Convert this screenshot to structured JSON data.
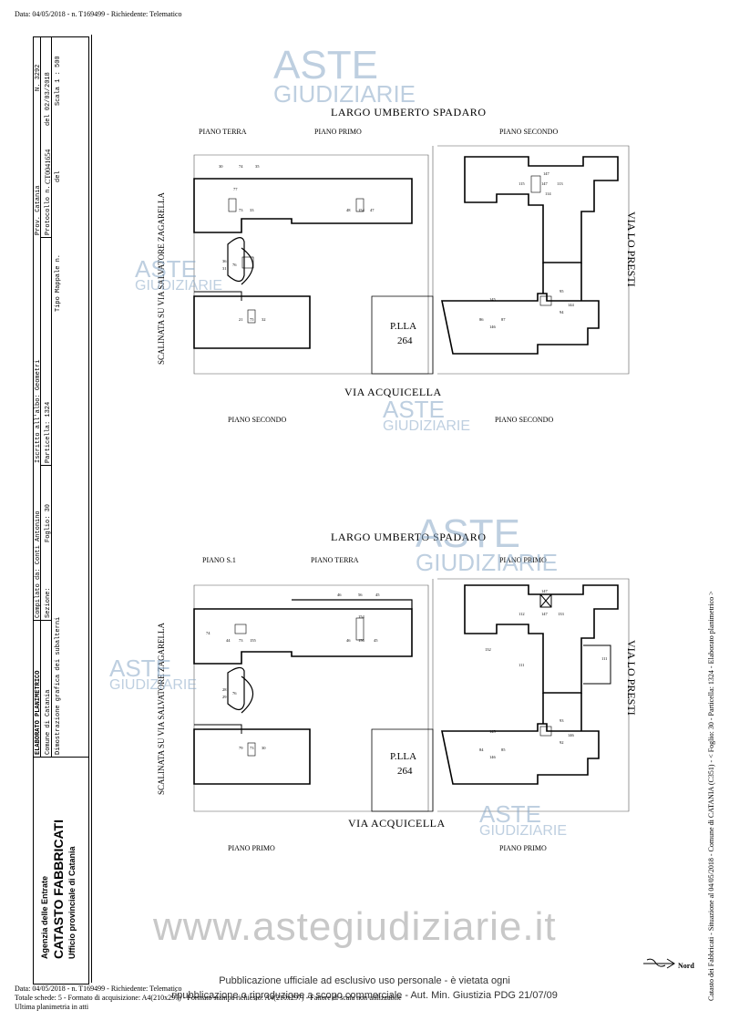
{
  "header": {
    "text": "Data: 04/05/2018 - n. T169499 - Richiedente: Telematico"
  },
  "left_panel": {
    "title_line": "ELABORATO PLANIMETRICO",
    "compilato": "Compilato da: Conti Antonino",
    "iscritto": "Iscritto all'albo: Geometri",
    "prov": "Prov. Catania",
    "n": "N. 3292",
    "comune": "Comune di Catania",
    "sezione": "Sezione:",
    "foglio": "Foglio: 30",
    "particella": "Particella: 1324",
    "protocollo": "Protocollo n.",
    "protocollo_val": "CT0041654",
    "del": "del 02/03/2018",
    "dimostrazione": "Dimostrazione grafica dei subalterni",
    "tipo_mappale": "Tipo Mappale n.",
    "del2": "del",
    "scala": "Scala 1 : 500",
    "agenzia": "Agenzia delle Entrate",
    "catasto": "CATASTO FABBRICATI",
    "ufficio": "Ufficio provinciale di  Catania"
  },
  "plan_top": {
    "largo": "LARGO  UMBERTO  SPADARO",
    "piano_terra": "PIANO TERRA",
    "piano_primo": "PIANO PRIMO",
    "piano_secondo": "PIANO SECONDO",
    "scalinata": "SCALINATA  SU  VIA  SALVATORE  ZAGARELLA",
    "via_lo_presti": "VIA LO PRESTI",
    "plla": "P.LLA",
    "plla_num": "264",
    "via_acquicella": "VIA ACQUICELLA",
    "piano_secondo_bl": "PIANO SECONDO",
    "piano_secondo_br": "PIANO SECONDO",
    "sub": [
      "30",
      "74",
      "35",
      "77",
      "73",
      "33",
      "48",
      "154",
      "47",
      "36",
      "76",
      "31",
      "21",
      "75",
      "32",
      "147",
      "115",
      "147",
      "113",
      "114",
      "145",
      "95",
      "86",
      "87",
      "144",
      "94",
      "146"
    ]
  },
  "plan_bottom": {
    "largo": "LARGO  UMBERTO  SPADARO",
    "piano_s1": "PIANO S.1",
    "piano_terra": "PIANO TERRA",
    "piano_primo": "PIANO PRIMO",
    "scalinata": "SCALINATA  SU  VIA  SALVATORE  ZAGARELLA",
    "via_lo_presti": "VIA LO PRESTI",
    "plla": "P.LLA",
    "plla_num": "264",
    "via_acquicella": "VIA ACQUICELLA",
    "piano_primo_bl": "PIANO PRIMO",
    "piano_primo_br": "PIANO PRIMO",
    "sub": [
      "46",
      "56",
      "45",
      "74",
      "44",
      "73",
      "155",
      "154",
      "46",
      "156",
      "45",
      "28",
      "76",
      "29",
      "79",
      "73",
      "30",
      "147",
      "112",
      "147",
      "133",
      "132",
      "111",
      "111",
      "145",
      "93",
      "84",
      "85",
      "146",
      "146",
      "92"
    ]
  },
  "right_side": {
    "text": "Catasto dei Fabbricati - Situazione al 04/05/2018 - Comune di CATANIA (C351) - < Foglio: 30 - Particella: 1324 - Elaborato planimetrico >"
  },
  "nord": "Nord",
  "watermarks": {
    "aste": "ASTE",
    "giudiziarie": "GIUDIZIARIE"
  },
  "site_url": "www.astegiudiziarie.it",
  "publication": {
    "line1": "Pubblicazione ufficiale ad esclusivo uso personale - è vietata ogni",
    "line2": "ripubblicazione o riproduzione a scopo commerciale - Aut. Min. Giustizia PDG 21/07/09"
  },
  "footer": {
    "line1": "Data: 04/05/2018 - n. T169499 - Richiedente: Telematico",
    "line2": "Totale schede: 5 - Formato di acquisizione: A4(210x297) - Formato stampa richiesto: A4(210x297) - Fattore di scala non utilizzabile",
    "line3": "Ultima planimetria in atti"
  }
}
